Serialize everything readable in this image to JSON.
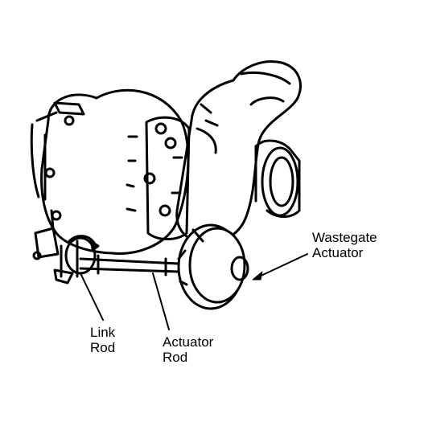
{
  "diagram": {
    "labels": {
      "wastegate_actuator": [
        "Wastegate",
        "Actuator"
      ],
      "link_rod": [
        "Link",
        "Rod"
      ],
      "actuator_rod": [
        "Actuator",
        "Rod"
      ]
    },
    "colors": {
      "ink": "#000000",
      "paper": "#ffffff"
    }
  }
}
